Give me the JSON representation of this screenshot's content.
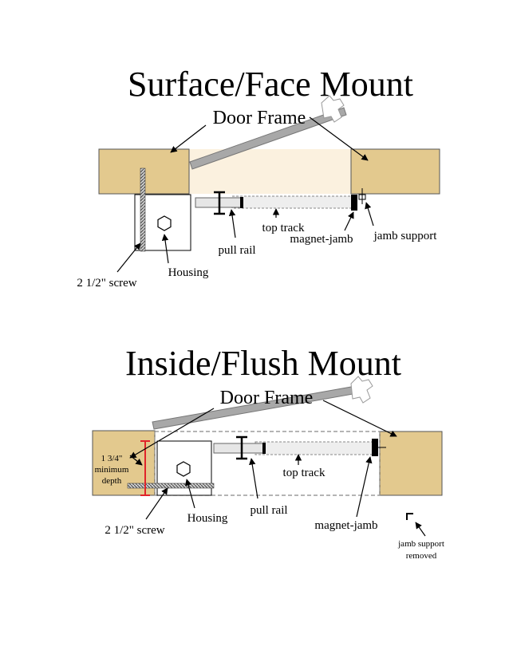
{
  "surface": {
    "title": "Surface/Face Mount",
    "door_frame": "Door Frame",
    "top_track": "top track",
    "magnet_jamb": "magnet-jamb",
    "jamb_support": "jamb support",
    "pull_rail": "pull rail",
    "housing": "Housing",
    "screw": "2 1/2\" screw"
  },
  "inside": {
    "title": "Inside/Flush Mount",
    "door_frame": "Door Frame",
    "depth_line1": "1 3/4\"",
    "depth_line2": "minimum",
    "depth_line3": "depth",
    "top_track": "top track",
    "pull_rail": "pull rail",
    "housing": "Housing",
    "screw": "2 1/2\" screw",
    "magnet_jamb": "magnet-jamb",
    "jamb_removed_line1": "jamb support",
    "jamb_removed_line2": "removed"
  },
  "colors": {
    "wood": "#e3c98e",
    "opening_fill": "#fbf1df",
    "frame_gray": "#a8a8a8",
    "measure_red": "#e0242a"
  }
}
